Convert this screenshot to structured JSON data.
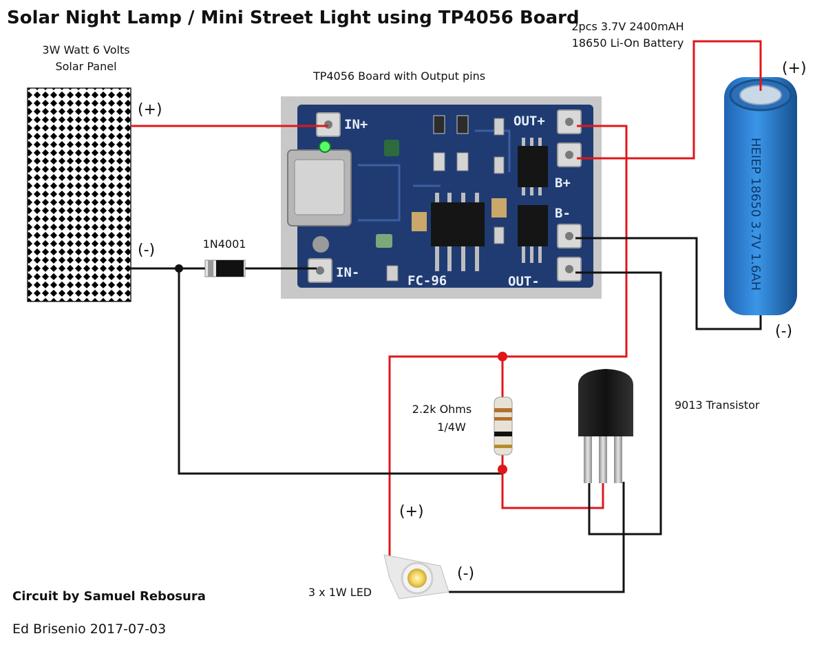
{
  "title": "Solar Night Lamp / Mini Street Light using TP4056 Board",
  "solar_panel": {
    "label_line1": "3W Watt 6 Volts",
    "label_line2": "Solar Panel",
    "plus": "(+)",
    "minus": "(-)"
  },
  "board": {
    "label": "TP4056 Board with Output pins",
    "silk": {
      "in_plus": "IN+",
      "in_minus": "IN-",
      "out_plus": "OUT+",
      "out_minus": "OUT-",
      "b_plus": "B+",
      "b_minus": "B-",
      "model": "FC-96"
    }
  },
  "battery": {
    "label_line1": "2pcs  3.7V 2400mAH",
    "label_line2": "18650 Li-On Battery",
    "plus": "(+)",
    "minus": "(-)",
    "print": "HEIEP 18650 3.7V 1.6AH"
  },
  "diode": {
    "label": "1N4001"
  },
  "resistor": {
    "label_line1": "2.2k Ohms",
    "label_line2": "1/4W"
  },
  "transistor": {
    "label": "9013 Transistor"
  },
  "led": {
    "label": "3 x 1W LED",
    "plus": "(+)",
    "minus": "(-)"
  },
  "credits": {
    "author": "Circuit by Samuel Rebosura",
    "editor": "Ed Brisenio 2017-07-03"
  },
  "colors": {
    "wire_positive": "#e0161b",
    "wire_negative": "#111111",
    "pcb": "#1f3b72",
    "battery": "#2a7fd4"
  }
}
